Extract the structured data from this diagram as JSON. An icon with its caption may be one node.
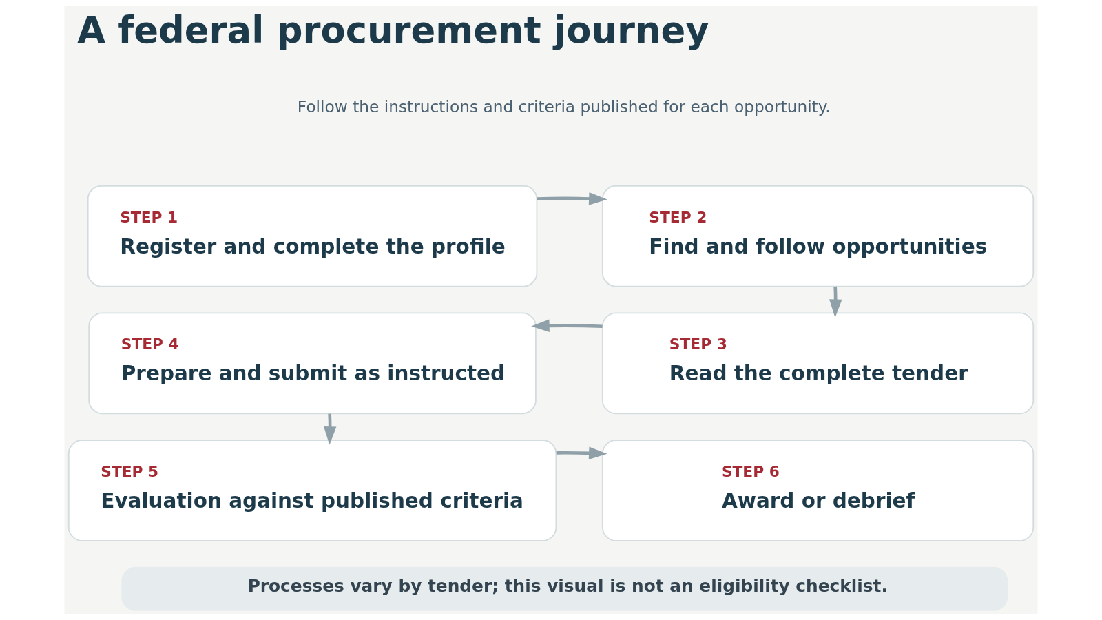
{
  "diagram": {
    "title": "A federal procurement journey",
    "nodes": [
      {
        "text": [
          "STEP 1",
          "Register and complete the profile"
        ]
      },
      {
        "text": [
          "STEP 2",
          "Find and follow opportunities"
        ]
      },
      {
        "text": [
          "STEP 3",
          "Read the complete tender"
        ]
      },
      {
        "text": [
          "STEP 4",
          "Prepare and submit as instructed"
        ]
      },
      {
        "text": [
          "STEP 5",
          "Evaluation against published criteria"
        ]
      },
      {
        "text": [
          "STEP 6",
          "Award or debrief"
        ]
      }
    ],
    "edges": [
      {
        "from": 0,
        "to": 1,
        "arrow": "to"
      },
      {
        "from": 1,
        "to": 2,
        "arrow": "to"
      },
      {
        "from": 2,
        "to": 3,
        "arrow": "to"
      },
      {
        "from": 3,
        "to": 4,
        "arrow": "to"
      },
      {
        "from": 4,
        "to": 5,
        "arrow": "to"
      }
    ],
    "labels": [
      "Follow the instructions and criteria published for each opportunity.",
      "Processes vary by tender; this visual is not an eligibility checklist."
    ]
  }
}
